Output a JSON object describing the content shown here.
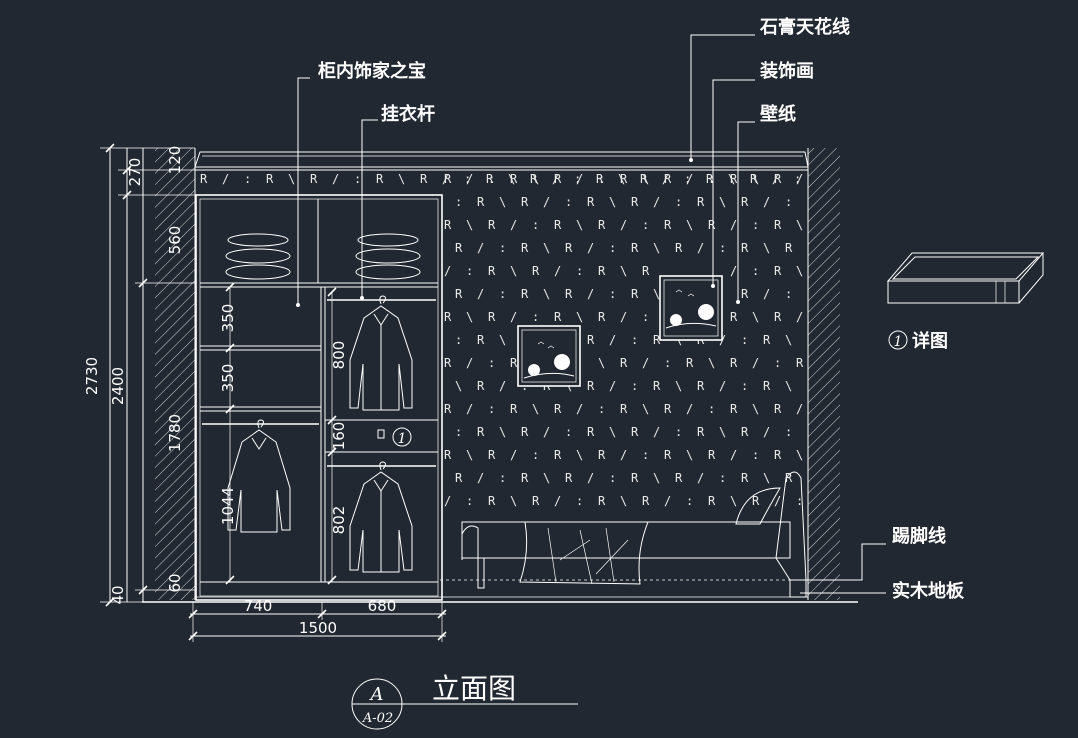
{
  "labels": {
    "cabinet_decor": "柜内饰家之宝",
    "hanging_rod": "挂衣杆",
    "gypsum_cornice": "石膏天花线",
    "decorative_painting": "装饰画",
    "wallpaper": "壁纸",
    "baseboard": "踢脚线",
    "wood_floor": "实木地板",
    "detail": "详图",
    "detail_number": "1"
  },
  "title": {
    "text": "立面图",
    "symbol_top": "A",
    "symbol_bottom": "A-02"
  },
  "dimensions": {
    "left_outer": "2730",
    "left_inner": "2400",
    "left_chain": [
      "120",
      "270",
      "560",
      "350",
      "350",
      "1780",
      "60",
      "40"
    ],
    "cabinet_inner": [
      "1044",
      "800",
      "160",
      "802"
    ],
    "bottom": [
      "740",
      "680",
      "1500"
    ]
  },
  "wallpaper_pattern": [
    "R",
    "/",
    ":",
    "R",
    "\\"
  ],
  "colors": {
    "background": "#222831",
    "lines": "#ffffff"
  }
}
